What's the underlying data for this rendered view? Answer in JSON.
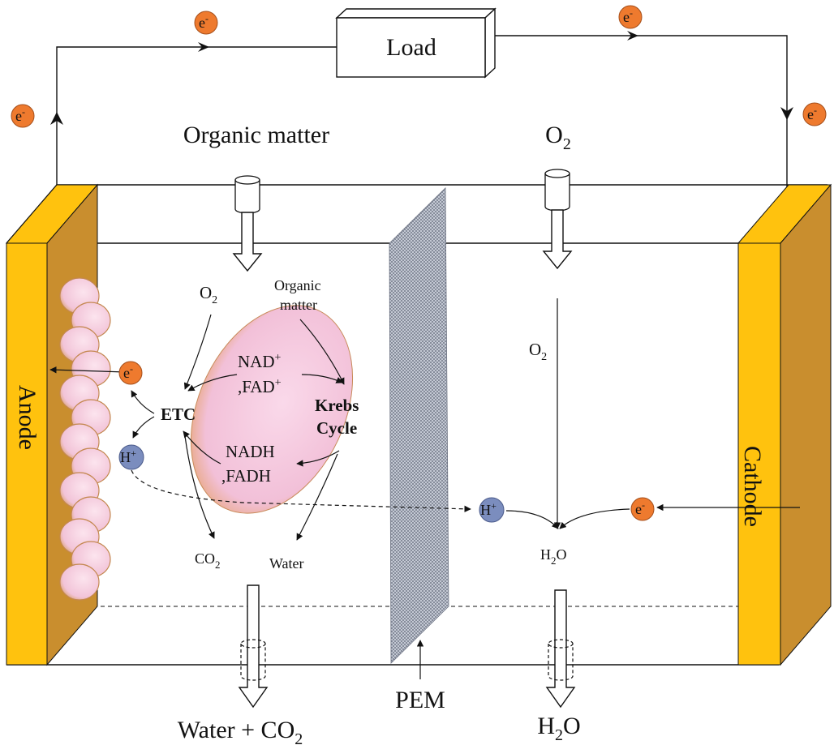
{
  "circuit": {
    "load_label": "Load",
    "electron": "e",
    "electron_sup": "-"
  },
  "inputs": {
    "organic_matter": "Organic matter",
    "oxygen_base": "O",
    "oxygen_sub": "2"
  },
  "outputs": {
    "water_co2_base": "Water + CO",
    "water_co2_sub": "2",
    "h2o_base": "H",
    "h2o_sub": "2",
    "h2o_end": "O"
  },
  "electrodes": {
    "anode": "Anode",
    "cathode": "Cathode"
  },
  "membrane": {
    "label": "PEM"
  },
  "biofilm": {
    "o2_base": "O",
    "o2_sub": "2",
    "organic_line1": "Organic",
    "organic_line2": "matter",
    "nad_base": "NAD",
    "nad_sup": "+",
    "fad_base": ",FAD",
    "fad_sup": "+",
    "krebs_line1": "Krebs",
    "krebs_line2": "Cycle",
    "etc": "ETC",
    "nadh": "NADH",
    "fadh": ",FADH",
    "co2_base": "CO",
    "co2_sub": "2",
    "water": "Water",
    "proton_base": "H",
    "proton_sup": "+"
  },
  "cathode_side": {
    "o2_base": "O",
    "o2_sub": "2",
    "proton_base": "H",
    "proton_sup": "+",
    "h2o_base": "H",
    "h2o_sub": "2",
    "h2o_end": "O"
  },
  "colors": {
    "electrode_face": "#FFC20E",
    "electrode_side": "#C98E2E",
    "electron_fill": "#EE7A2E",
    "proton_fill": "#7B8DBE",
    "bacteria_fill": "#F7D6E4",
    "bacteria_edge": "#D9A066",
    "membrane_fill": "#9DA4B4"
  }
}
